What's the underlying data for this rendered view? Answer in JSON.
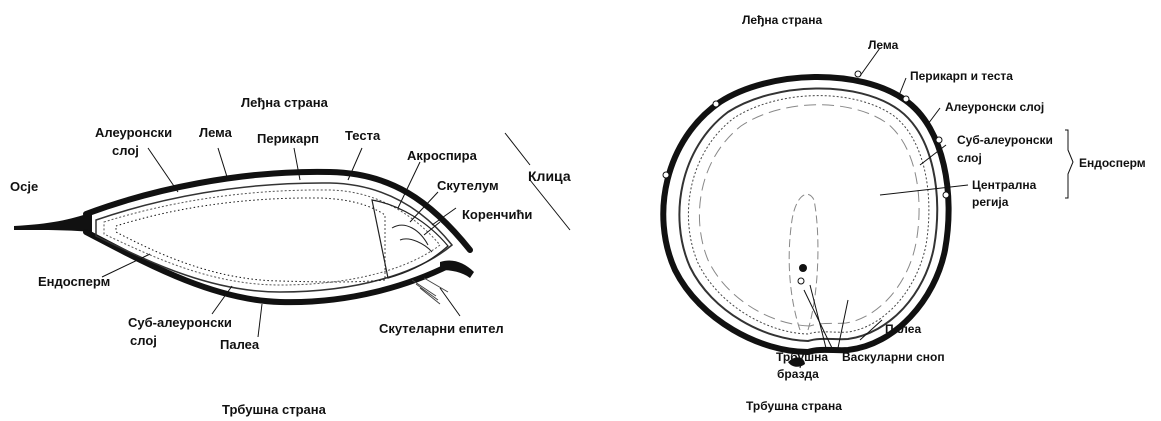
{
  "left_diagram": {
    "labels": {
      "dorsal_side": "Леђна страна",
      "aleurone_a": "Алеуронски",
      "aleurone_b": "слој",
      "lemma": "Лема",
      "pericarp": "Перикарп",
      "testa": "Теста",
      "acrospire": "Акроспира",
      "scutellum": "Скутелум",
      "germ": "Клица",
      "rootlets": "Коренчићи",
      "awn": "Осје",
      "endosperm": "Ендосперм",
      "sub_aleurone_a": "Суб-алеуронски",
      "sub_aleurone_b": "слој",
      "palea": "Палеа",
      "scutellar_epithelium": "Скутеларни епител",
      "ventral_side": "Трбушна страна"
    }
  },
  "right_diagram": {
    "labels": {
      "dorsal_side": "Леђна страна",
      "lemma": "Лема",
      "pericarp_testa": "Перикарп и теста",
      "aleurone": "Алеуронски слој",
      "sub_aleurone_a": "Суб-алеуронски",
      "sub_aleurone_b": "слој",
      "endosperm": "Ендосперм",
      "central_a": "Централна",
      "central_b": "регија",
      "palea": "Палеа",
      "furrow_a": "Трбушна",
      "furrow_b": "бразда",
      "vascular_bundle": "Васкуларни сноп",
      "ventral_side": "Трбушна страна"
    }
  }
}
